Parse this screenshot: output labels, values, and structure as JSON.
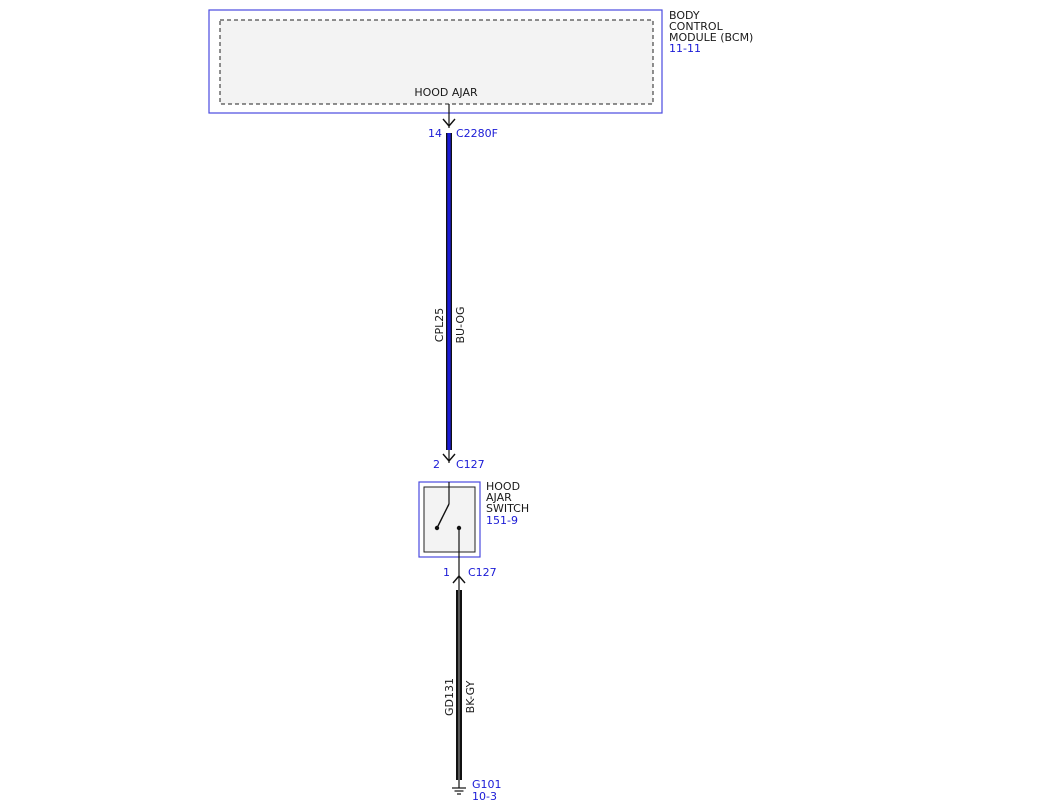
{
  "bcm": {
    "name_line1": "BODY",
    "name_line2": "CONTROL",
    "name_line3": "MODULE (BCM)",
    "ref": "11-11",
    "pin_label": "HOOD AJAR"
  },
  "connector_top": {
    "pin": "14",
    "id": "C2280F"
  },
  "wire_top": {
    "circuit": "CPL25",
    "color_code": "BU-OG",
    "color": "#1a1ad6"
  },
  "connector_switch_top": {
    "pin": "2",
    "id": "C127"
  },
  "switch": {
    "name_line1": "HOOD",
    "name_line2": "AJAR",
    "name_line3": "SWITCH",
    "ref": "151-9"
  },
  "connector_switch_bottom": {
    "pin": "1",
    "id": "C127"
  },
  "wire_bottom": {
    "circuit": "GD131",
    "color_code": "BK-GY",
    "color": "#111111"
  },
  "ground": {
    "id": "G101",
    "ref": "10-3"
  },
  "colors": {
    "ref_blue": "#1a1ad6",
    "module_outline": "#4a4ae0",
    "module_fill": "#f3f3f3"
  }
}
